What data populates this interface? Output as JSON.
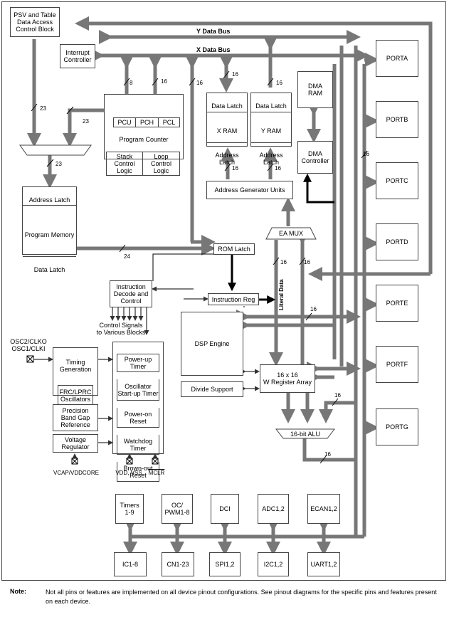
{
  "buses": {
    "y": "Y Data Bus",
    "x": "X Data Bus"
  },
  "blocks": {
    "psv": "PSV and Table\nData Access\nControl Block",
    "interrupt": "Interrupt\nController",
    "pcu": "PCU",
    "pch": "PCH",
    "pcl": "PCL",
    "program_counter": "Program Counter",
    "stack": "Stack\nControl\nLogic",
    "loop": "Loop\nControl\nLogic",
    "xram_latch": "Data Latch",
    "xram": "X RAM",
    "xram_addr": "Address\nLatch",
    "yram_latch": "Data Latch",
    "yram": "Y RAM",
    "yram_addr": "Address\nLatch",
    "dma_ram": "DMA\nRAM",
    "dma_ctrl": "DMA\nController",
    "agu": "Address Generator Units",
    "addr_latch": "Address Latch",
    "prog_mem": "Program Memory",
    "data_latch": "Data Latch",
    "rom_latch": "ROM Latch",
    "ea_mux": "EA MUX",
    "idc": "Instruction\nDecode and\nControl",
    "ireg": "Instruction Reg",
    "literal": "Literal Data",
    "ctrl_signals": "Control Signals\nto Various Blocks",
    "dsp": "DSP Engine",
    "divide": "Divide Support",
    "wreg": "16 x 16\nW Register Array",
    "alu": "16-bit ALU",
    "timing": "Timing\nGeneration",
    "frc": "FRC/LPRC\nOscillators",
    "precision": "Precision\nBand Gap\nReference",
    "voltage": "Voltage\nRegulator",
    "powerup": "Power-up\nTimer",
    "ost": "Oscillator\nStart-up Timer",
    "por": "Power-on\nReset",
    "wdt": "Watchdog\nTimer",
    "bor": "Brown-out\nReset",
    "osc_pins": "OSC2/CLKO\nOSC1/CLKI",
    "vcap": "VCAP/VDDCORE",
    "vdd": "VDD, VSS",
    "mclr": "MCLR"
  },
  "ports": [
    "PORTA",
    "PORTB",
    "PORTC",
    "PORTD",
    "PORTE",
    "PORTF",
    "PORTG"
  ],
  "peripherals_top": [
    "Timers\n1-9",
    "OC/\nPWM1-8",
    "DCI",
    "ADC1,2",
    "ECAN1,2"
  ],
  "peripherals_bottom": [
    "IC1-8",
    "CN1-23",
    "SPI1,2",
    "I2C1,2",
    "UART1,2"
  ],
  "bus_widths": {
    "w8": "8",
    "w16": "16",
    "w23": "23",
    "w24": "24"
  },
  "note": {
    "label": "Note:",
    "text": "Not all pins or features are implemented on all device pinout configurations. See pinout diagrams for the specific pins and features present on each device."
  }
}
